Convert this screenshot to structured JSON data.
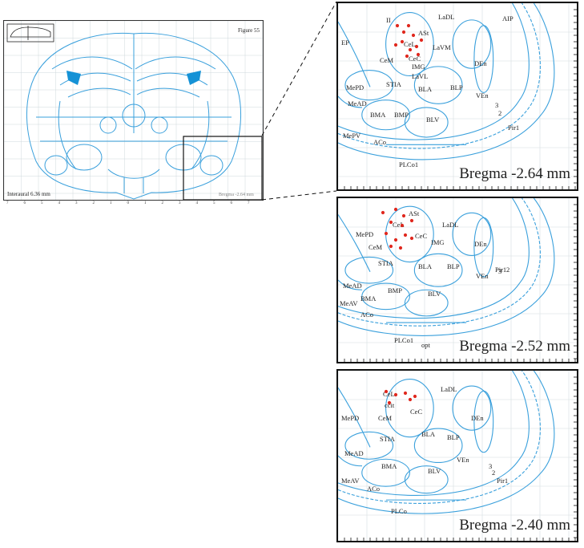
{
  "overview": {
    "figure_label": "Figure 55",
    "interaural": "Interaural 6.36 mm",
    "bregma": "Bregma -2.64 mm",
    "axis_ticks": [
      "7",
      "6",
      "5",
      "4",
      "3",
      "2",
      "1",
      "0",
      "1",
      "2",
      "3",
      "4",
      "5",
      "6",
      "7"
    ]
  },
  "panels": [
    {
      "bregma": "Bregma -2.64 mm",
      "labels": [
        "LaDL",
        "AIP",
        "II",
        "ASt",
        "CeL",
        "CeC",
        "CeM",
        "LaVM",
        "IMG",
        "DEn",
        "LaVL",
        "EP",
        "BLA",
        "BLP",
        "VEn",
        "MePD",
        "MeAD",
        "STIA",
        "BMA",
        "BMP",
        "BLV",
        "MePV",
        "ACo",
        "PLCo1",
        "Pir1",
        "3",
        "2"
      ]
    },
    {
      "bregma": "Bregma -2.52 mm",
      "labels": [
        "ASt",
        "CeL",
        "LaDL",
        "CeM",
        "CeC",
        "IMG",
        "DEn",
        "MePD",
        "STIA",
        "BLA",
        "BLP",
        "VEn",
        "MeAD",
        "BMP",
        "BLV",
        "MeAV",
        "BMA",
        "ACo",
        "PLCo1",
        "Pir1",
        "3",
        "2",
        "opt"
      ]
    },
    {
      "bregma": "Bregma -2.40 mm",
      "labels": [
        "CeL",
        "LaDL",
        "ccit",
        "CeC",
        "CeM",
        "DEn",
        "MePD",
        "STIA",
        "BLA",
        "BLP",
        "MeAD",
        "BMA",
        "BLV",
        "VEn",
        "MeAV",
        "ACo",
        "PLCo",
        "Pir1",
        "3",
        "2"
      ]
    }
  ],
  "colors": {
    "outline": "#3aa0dc",
    "marker": "#e0281e",
    "frame": "#111111",
    "lateral_ventricle": "#1592d6"
  }
}
